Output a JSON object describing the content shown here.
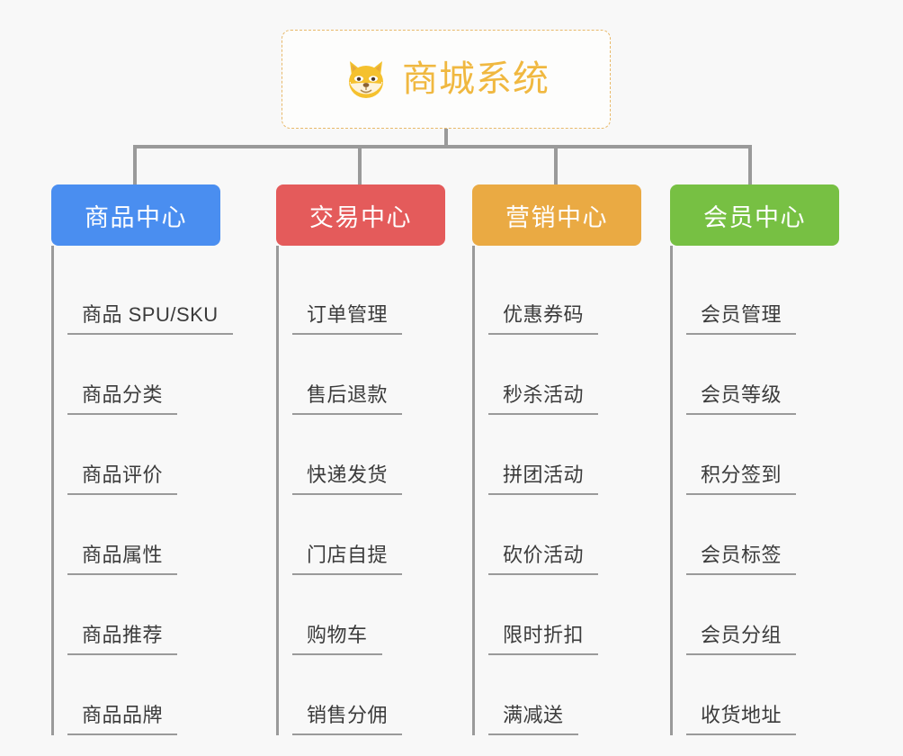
{
  "root": {
    "title": "商城系统",
    "icon": "shiba-dog-face-emoji",
    "border_color": "#e8b96a",
    "title_color": "#f0b840"
  },
  "connector_color": "#9a9a9a",
  "background_color": "#f8f8f8",
  "columns": [
    {
      "label": "商品中心",
      "color": "#4a8ef0",
      "items": [
        "商品 SPU/SKU",
        "商品分类",
        "商品评价",
        "商品属性",
        "商品推荐",
        "商品品牌"
      ]
    },
    {
      "label": "交易中心",
      "color": "#e45b5b",
      "items": [
        "订单管理",
        "售后退款",
        "快递发货",
        "门店自提",
        "购物车",
        "销售分佣"
      ]
    },
    {
      "label": "营销中心",
      "color": "#eaaa43",
      "items": [
        "优惠券码",
        "秒杀活动",
        "拼团活动",
        "砍价活动",
        "限时折扣",
        "满减送"
      ]
    },
    {
      "label": "会员中心",
      "color": "#77c043",
      "items": [
        "会员管理",
        "会员等级",
        "积分签到",
        "会员标签",
        "会员分组",
        "收货地址"
      ]
    }
  ]
}
